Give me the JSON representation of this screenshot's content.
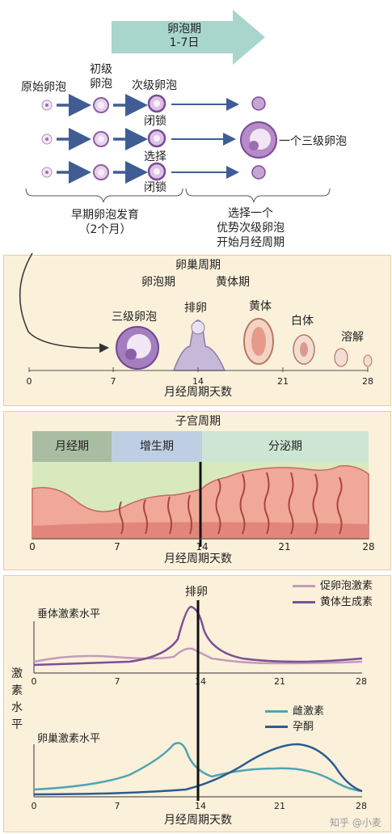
{
  "top": {
    "arrow_title": "卵泡期",
    "arrow_sub": "1-7日",
    "primordial": "原始卵泡",
    "primary_line1": "初级",
    "primary_line2": "卵泡",
    "secondary": "次级卵泡",
    "atresia1": "闭锁",
    "select_line1": "选择",
    "select_line2": "闭锁",
    "tertiary": "一个三级卵泡",
    "early_dev": "早期卵泡发育",
    "two_months": "（2个月）",
    "select_text": [
      "选择一个",
      "优势次级卵泡",
      "开始月经周期"
    ]
  },
  "ovarian": {
    "title": "卵巢周期",
    "follicular": "卵泡期",
    "luteal": "黄体期",
    "tertiary": "三级卵泡",
    "ovulation": "排卵",
    "corpus_luteum": "黄体",
    "corpus_albicans": "白体",
    "dissolve": "溶解",
    "ticks": [
      "0",
      "7",
      "14",
      "21",
      "28"
    ],
    "xlabel": "月经周期天数"
  },
  "uterine": {
    "title": "子宫周期",
    "menses": "月经期",
    "proliferative": "增生期",
    "secretory": "分泌期",
    "ticks": [
      "0",
      "7",
      "14",
      "21",
      "28"
    ],
    "xlabel": "月经周期天数"
  },
  "hormones": {
    "legend_top": [
      "促卵泡激素",
      "黄体生成素"
    ],
    "ovulation": "排卵",
    "pituitary_label": "垂体激素水平",
    "ylabel": [
      "激",
      "素",
      "水",
      "平"
    ],
    "ticks": [
      "0",
      "7",
      "14",
      "21",
      "28"
    ],
    "legend_bottom": [
      "雌激素",
      "孕酮"
    ],
    "ovarian_label": "卵巢激素水平",
    "xlabel": "月经周期天数",
    "colors": {
      "fsh": "#c49bb9",
      "lh": "#7d4f97",
      "estrogen": "#4ea5b3",
      "progesterone": "#2c5a93"
    }
  },
  "watermark": "知乎 @小麦"
}
